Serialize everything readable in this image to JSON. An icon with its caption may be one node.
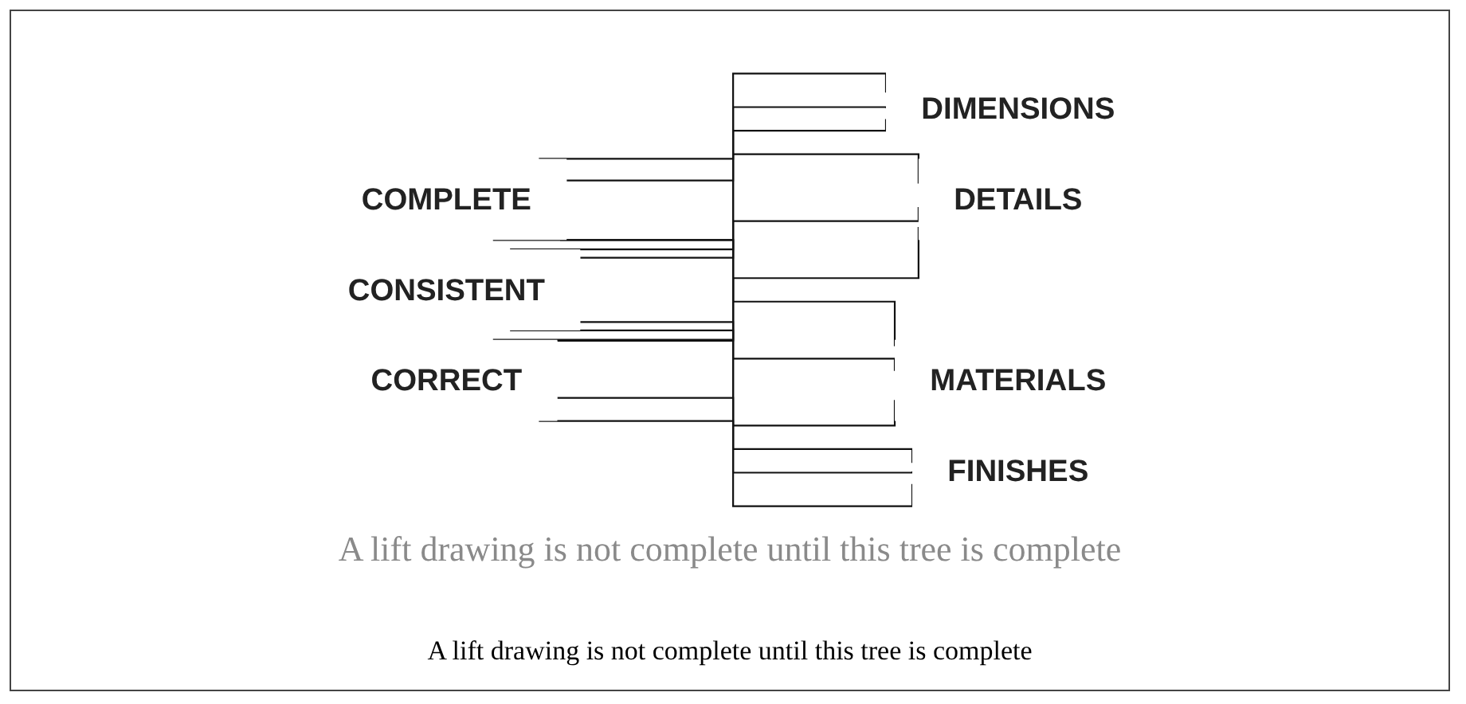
{
  "diagram": {
    "nodes": [
      {
        "text": [
          "COMPLETE"
        ]
      },
      {
        "text": [
          "CONSISTENT"
        ]
      },
      {
        "text": [
          "CORRECT"
        ]
      },
      {
        "text": [
          "DIMENSIONS"
        ]
      },
      {
        "text": [
          "DETAILS"
        ]
      },
      {
        "text": [
          "MATERIALS"
        ]
      },
      {
        "text": [
          "FINISHES"
        ]
      }
    ],
    "edges": [
      {
        "from": 0,
        "to": 3,
        "arrow": "none"
      },
      {
        "from": 0,
        "to": 4,
        "arrow": "none"
      },
      {
        "from": 0,
        "to": 5,
        "arrow": "none"
      },
      {
        "from": 0,
        "to": 6,
        "arrow": "none"
      },
      {
        "from": 1,
        "to": 3,
        "arrow": "none"
      },
      {
        "from": 1,
        "to": 4,
        "arrow": "none"
      },
      {
        "from": 1,
        "to": 5,
        "arrow": "none"
      },
      {
        "from": 1,
        "to": 6,
        "arrow": "none"
      },
      {
        "from": 2,
        "to": 3,
        "arrow": "none"
      },
      {
        "from": 2,
        "to": 4,
        "arrow": "none"
      },
      {
        "from": 2,
        "to": 5,
        "arrow": "none"
      },
      {
        "from": 2,
        "to": 6,
        "arrow": "none"
      }
    ],
    "labels": [
      "A lift drawing is not complete until this tree is complete",
      "A lift drawing is not complete until this tree is complete"
    ]
  }
}
